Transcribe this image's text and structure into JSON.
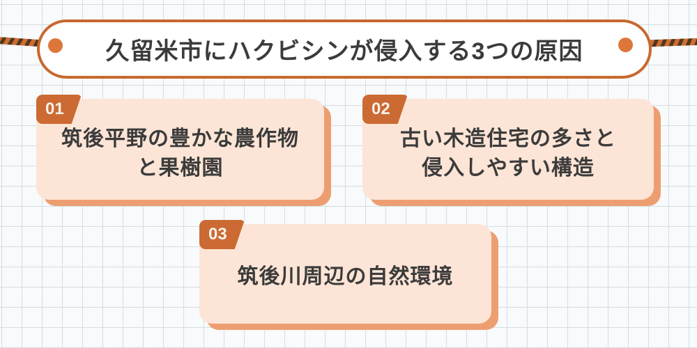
{
  "title": {
    "text": "久留米市にハクビシンが侵入する3つの原因"
  },
  "cards": [
    {
      "number": "01",
      "lines": [
        "筑後平野の豊かな農作物",
        "と果樹園"
      ]
    },
    {
      "number": "02",
      "lines": [
        "古い木造住宅の多さと",
        "侵入しやすい構造"
      ]
    },
    {
      "number": "03",
      "lines": [
        "筑後川周辺の自然環境"
      ]
    }
  ],
  "colors": {
    "accent_orange": "#c8682f",
    "badge_orange": "#cb6a33",
    "dot_orange": "#dd7739",
    "card_bg": "#fce5d6",
    "card_shadow": "#ed9e71",
    "rope_dark": "#54361d",
    "text_dark": "#3b3b3b",
    "grid_line": "#d3dee5",
    "paper_bg": "#f8fafb"
  }
}
